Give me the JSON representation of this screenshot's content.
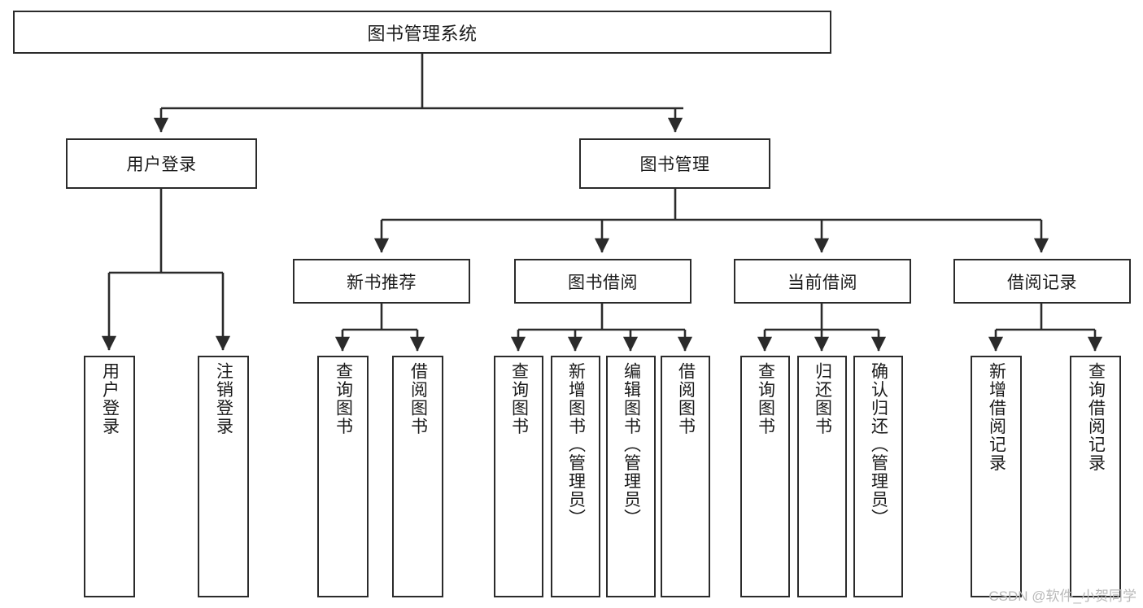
{
  "diagram": {
    "type": "tree-hierarchy-chart",
    "title": "图书管理系统",
    "watermark": "CSDN @软件_小贺同学",
    "colors": {
      "stroke": "#2b2b2b",
      "fill": "#ffffff",
      "text": "#1a1a1a",
      "watermark": "#b9b9b9"
    },
    "nodes": {
      "root": {
        "label": "图书管理系统",
        "orientation": "horizontal"
      },
      "l2": [
        {
          "id": "user-login",
          "label": "用户登录",
          "orientation": "horizontal"
        },
        {
          "id": "book-management",
          "label": "图书管理",
          "orientation": "horizontal"
        }
      ],
      "l3": [
        {
          "id": "new-book-recommend",
          "label": "新书推荐",
          "orientation": "horizontal"
        },
        {
          "id": "book-borrow",
          "label": "图书借阅",
          "orientation": "horizontal"
        },
        {
          "id": "current-borrow",
          "label": "当前借阅",
          "orientation": "horizontal"
        },
        {
          "id": "borrow-record",
          "label": "借阅记录",
          "orientation": "horizontal"
        }
      ],
      "leaves": [
        {
          "id": "leaf-user-login",
          "label": "用户登录",
          "parent": "user-login",
          "orientation": "vertical"
        },
        {
          "id": "leaf-user-logout",
          "label": "注销登录",
          "parent": "user-login",
          "orientation": "vertical"
        },
        {
          "id": "leaf-query-book-1",
          "label": "查询图书",
          "parent": "new-book-recommend",
          "orientation": "vertical"
        },
        {
          "id": "leaf-borrow-book-1",
          "label": "借阅图书",
          "parent": "new-book-recommend",
          "orientation": "vertical"
        },
        {
          "id": "leaf-query-book-2",
          "label": "查询图书",
          "parent": "book-borrow",
          "orientation": "vertical"
        },
        {
          "id": "leaf-add-book",
          "label": "新增图书（管理员）",
          "parent": "book-borrow",
          "orientation": "vertical"
        },
        {
          "id": "leaf-edit-book",
          "label": "编辑图书（管理员）",
          "parent": "book-borrow",
          "orientation": "vertical"
        },
        {
          "id": "leaf-borrow-book-2",
          "label": "借阅图书",
          "parent": "book-borrow",
          "orientation": "vertical"
        },
        {
          "id": "leaf-query-book-3",
          "label": "查询图书",
          "parent": "current-borrow",
          "orientation": "vertical"
        },
        {
          "id": "leaf-return-book",
          "label": "归还图书",
          "parent": "current-borrow",
          "orientation": "vertical"
        },
        {
          "id": "leaf-confirm-return",
          "label": "确认归还（管理员）",
          "parent": "current-borrow",
          "orientation": "vertical"
        },
        {
          "id": "leaf-add-record",
          "label": "新增借阅记录",
          "parent": "borrow-record",
          "orientation": "vertical"
        },
        {
          "id": "leaf-query-record",
          "label": "查询借阅记录",
          "parent": "borrow-record",
          "orientation": "vertical"
        }
      ]
    }
  }
}
